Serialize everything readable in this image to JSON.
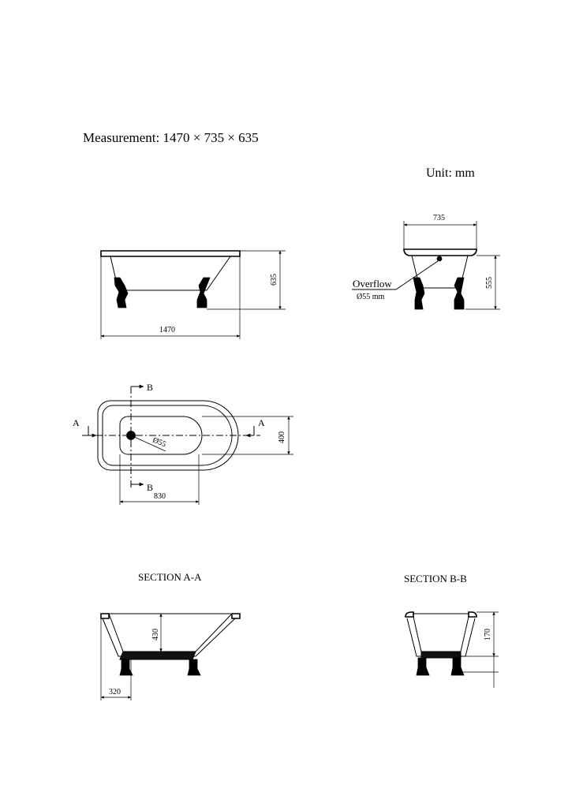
{
  "header": {
    "measurement": "Measurement: 1470 × 735 × 635",
    "unit": "Unit: mm"
  },
  "front_view": {
    "length_label": "1470",
    "height_label": "635"
  },
  "side_view": {
    "width_label": "735",
    "height_label": "555",
    "overflow_label": "Overflow",
    "overflow_size": "Ø55 mm"
  },
  "top_view": {
    "section_a": "A",
    "section_b": "B",
    "drain_label": "Ø55",
    "depth_label": "400",
    "basin_length_label": "830"
  },
  "section_aa": {
    "title": "SECTION  A-A",
    "depth_label": "430",
    "offset_label": "320"
  },
  "section_bb": {
    "title": "SECTION  B-B",
    "depth_label": "170"
  }
}
